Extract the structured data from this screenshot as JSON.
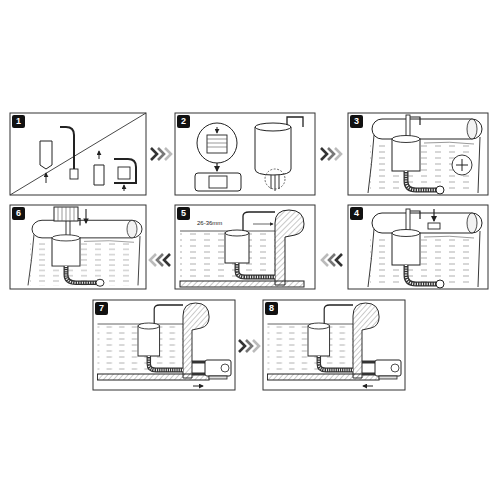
{
  "diagram": {
    "labels": [
      "1",
      "2",
      "3",
      "4",
      "5",
      "6",
      "7",
      "8",
      "26-36mm"
    ]
  }
}
